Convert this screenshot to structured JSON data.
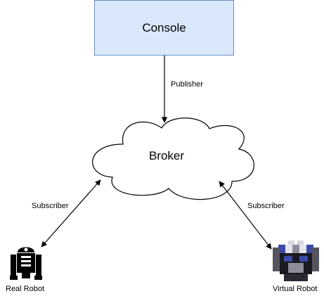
{
  "nodes": {
    "console": "Console",
    "broker": "Broker",
    "real_robot": "Real Robot",
    "virtual_robot": "Virtual Robot"
  },
  "edges": {
    "console_to_broker": "Publisher",
    "broker_real_robot": "Subscriber",
    "broker_virtual_robot": "Subscriber"
  },
  "icons": {
    "real_robot": "r2d2-robot-icon",
    "virtual_robot": "virtual-robot-icon"
  },
  "colors": {
    "console_fill": "#dae8fc",
    "console_stroke": "#6c8ebf",
    "line": "#000000"
  }
}
